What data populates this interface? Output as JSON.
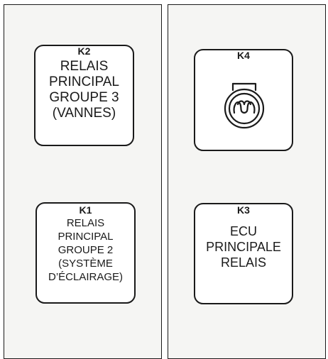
{
  "relays": {
    "k2": {
      "code": "K2",
      "lines": [
        "RELAIS",
        "PRINCIPAL",
        "GROUPE 3",
        "(VANNES)"
      ]
    },
    "k4": {
      "code": "K4",
      "icon": "glow-plug-icon"
    },
    "k1": {
      "code": "K1",
      "lines": [
        "RELAIS",
        "PRINCIPAL",
        "GROUPE 2",
        "(SYSTÈME",
        "D’ÉCLAIRAGE)"
      ]
    },
    "k3": {
      "code": "K3",
      "lines": [
        "ECU",
        "PRINCIPALE",
        "RELAIS"
      ]
    }
  },
  "colors": {
    "panel_background": "#f5f5f3",
    "relay_background": "#ffffff",
    "stroke": "#1a1a1a"
  }
}
